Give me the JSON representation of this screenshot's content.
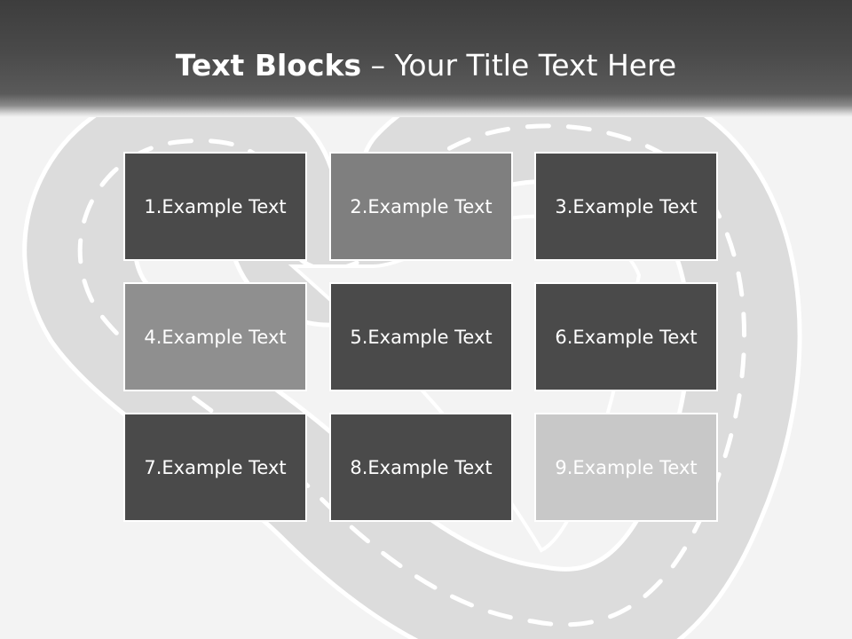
{
  "title": {
    "bold": "Text Blocks",
    "rest": " – Your Title Text Here"
  },
  "blocks": [
    {
      "label": "1.Example Text",
      "color": "#4a4a4a"
    },
    {
      "label": "2.Example Text",
      "color": "#7f7f7f"
    },
    {
      "label": "3.Example Text",
      "color": "#4a4a4a"
    },
    {
      "label": "4.Example Text",
      "color": "#8f8f8f"
    },
    {
      "label": "5.Example Text",
      "color": "#4a4a4a"
    },
    {
      "label": "6.Example Text",
      "color": "#4a4a4a"
    },
    {
      "label": "7.Example Text",
      "color": "#4a4a4a"
    },
    {
      "label": "8.Example Text",
      "color": "#4a4a4a"
    },
    {
      "label": "9.Example Text",
      "color": "#c8c8c8"
    }
  ],
  "colors": {
    "header": "#404040",
    "background": "#f3f3f3",
    "road": "#dcdcdc"
  }
}
